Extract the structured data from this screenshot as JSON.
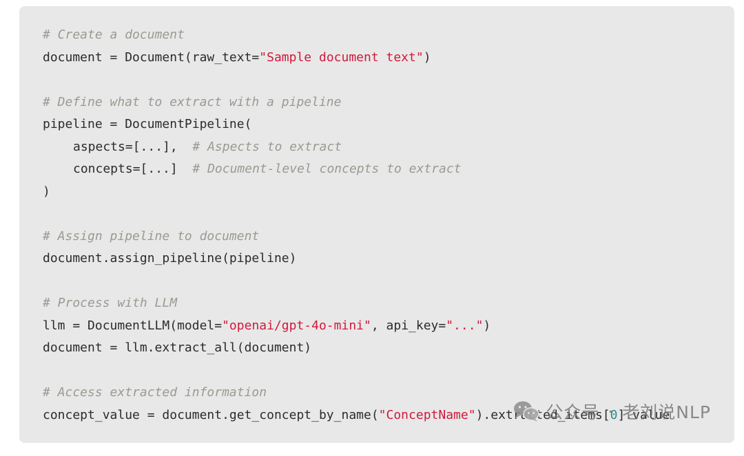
{
  "code": {
    "comment_create": "# Create a document",
    "doc_create_prefix": "document = Document(raw_text=",
    "doc_create_str": "\"Sample document text\"",
    "doc_create_suffix": ")",
    "comment_define": "# Define what to extract with a pipeline",
    "pipeline_open": "pipeline = DocumentPipeline(",
    "aspects_code": "aspects=[...],  ",
    "aspects_comment": "# Aspects to extract",
    "concepts_code": "concepts=[...]  ",
    "concepts_comment": "# Document-level concepts to extract",
    "pipeline_close": ")",
    "comment_assign": "# Assign pipeline to document",
    "assign_call": "document.assign_pipeline(pipeline)",
    "comment_process": "# Process with LLM",
    "llm_prefix": "llm = DocumentLLM(model=",
    "llm_model_str": "\"openai/gpt-4o-mini\"",
    "llm_mid": ", api_key=",
    "llm_key_str": "\"...\"",
    "llm_suffix": ")",
    "extract_all": "document = llm.extract_all(document)",
    "comment_access": "# Access extracted information",
    "access_prefix": "concept_value = document.get_concept_by_name(",
    "access_str": "\"ConceptName\"",
    "access_mid": ").extracted_items[",
    "access_index": "0",
    "access_suffix": "].value"
  },
  "watermark": {
    "icon": "wechat-icon",
    "brand": "公众号",
    "separator": "·",
    "author": "老刘说NLP"
  },
  "colors": {
    "card_bg": "#e8e8e8",
    "text": "#2b2b2b",
    "comment": "#9a9a92",
    "string": "#d0193a",
    "number": "#2a8c8c"
  }
}
